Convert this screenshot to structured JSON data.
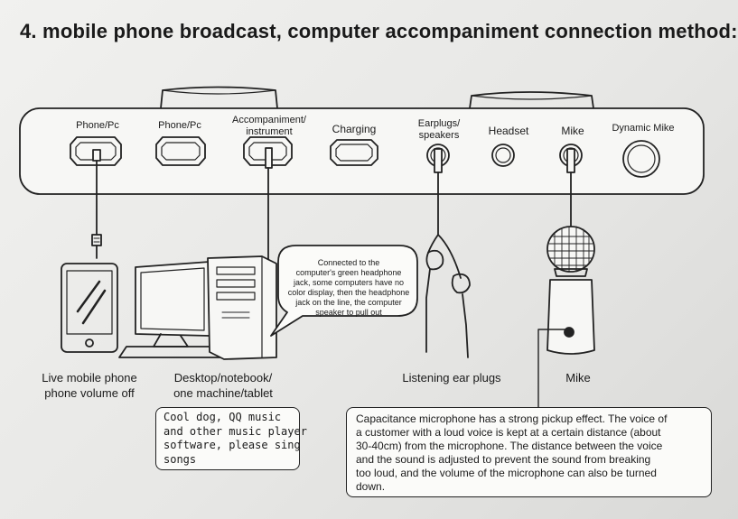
{
  "title": "4. mobile phone broadcast, computer accompaniment connection method:",
  "ports": {
    "phone_pc_1": "Phone/Pc",
    "phone_pc_2": "Phone/Pc",
    "accompaniment": [
      "Accompaniment/",
      "instrument"
    ],
    "charging": "Charging",
    "earplugs": [
      "Earplugs/",
      "speakers"
    ],
    "headset": "Headset",
    "mike": "Mike",
    "dynamic_mike": "Dynamic Mike"
  },
  "bubble": [
    "Connected to the",
    "computer's green headphone",
    "jack, some computers have no",
    "color display, then the headphone",
    "jack on the line, the computer",
    "speaker to pull out"
  ],
  "captions": {
    "phone": [
      "Live mobile phone",
      "phone volume off"
    ],
    "desktop": [
      "Desktop/notebook/",
      "one machine/tablet"
    ],
    "earplugs": "Listening ear plugs",
    "mike": "Mike"
  },
  "music_note": [
    "Cool dog, QQ music",
    "and other music player",
    "software, please sing",
    "songs"
  ],
  "mic_note": [
    "Capacitance microphone has a strong pickup effect. The voice of",
    "a customer with a loud voice is kept at a certain distance (about",
    "30-40cm) from the microphone. The distance between the voice",
    "and the sound is adjusted to prevent the sound from breaking",
    "too loud, and the volume of the microphone can also be turned",
    "down."
  ]
}
